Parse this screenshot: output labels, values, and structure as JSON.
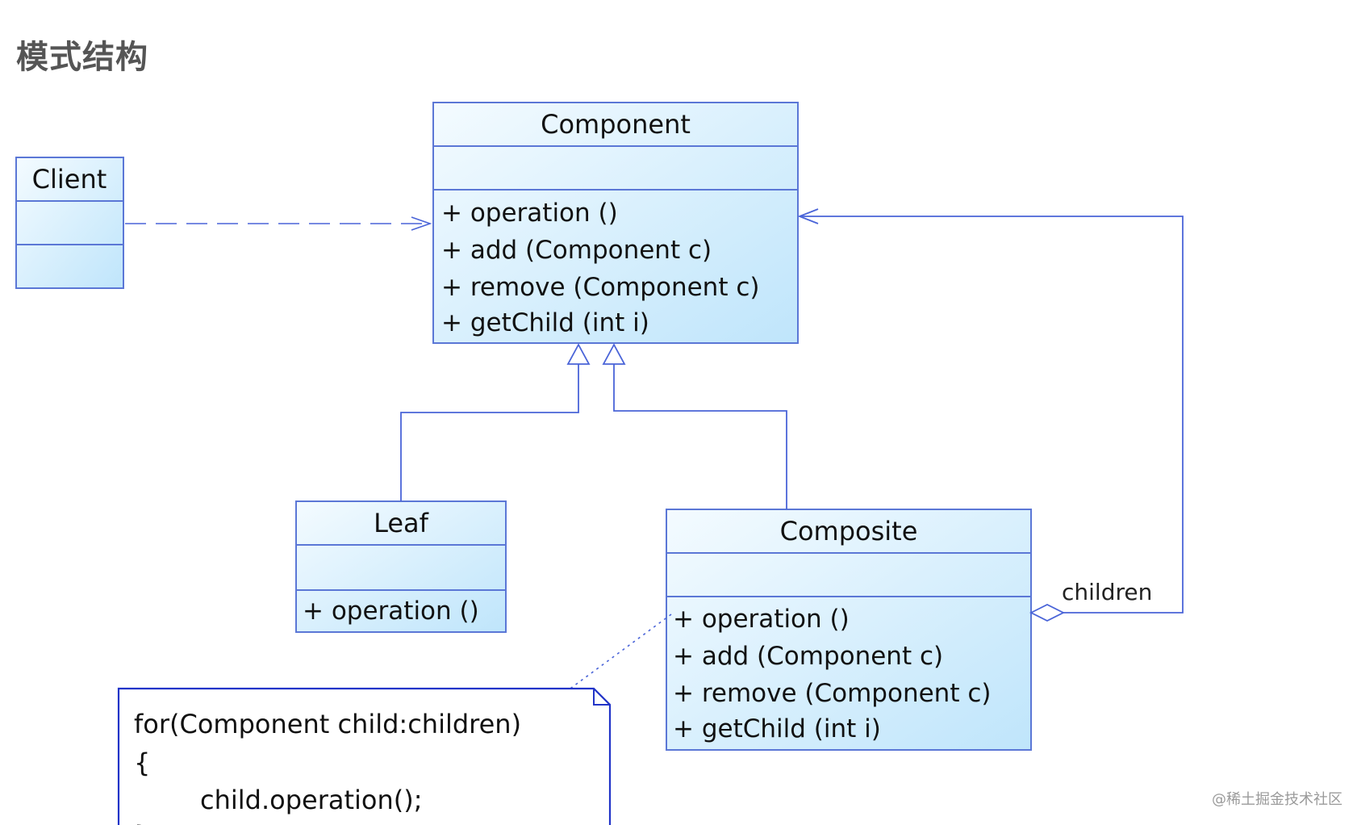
{
  "heading": "模式结构",
  "classes": {
    "client": {
      "name": "Client",
      "operations": []
    },
    "component": {
      "name": "Component",
      "operations": [
        "+  operation ()",
        "+  add (Component c)",
        "+  remove (Component c)",
        "+  getChild (int i)"
      ]
    },
    "leaf": {
      "name": "Leaf",
      "operations": [
        "+  operation ()"
      ]
    },
    "composite": {
      "name": "Composite",
      "operations": [
        "+  operation ()",
        "+  add (Component c)",
        "+  remove (Component c)",
        "+  getChild (int i)"
      ]
    }
  },
  "relations": {
    "children_label": "children"
  },
  "note": {
    "lines": [
      "for(Component child:children)",
      "{",
      "child.operation();",
      "}"
    ]
  },
  "watermark": "@稀土掘金技术社区",
  "colors": {
    "line": "#4a64d8",
    "box_border": "#5b77d6",
    "box_fill_top": "#f4fbff",
    "box_fill_bottom": "#bfe5fb"
  }
}
